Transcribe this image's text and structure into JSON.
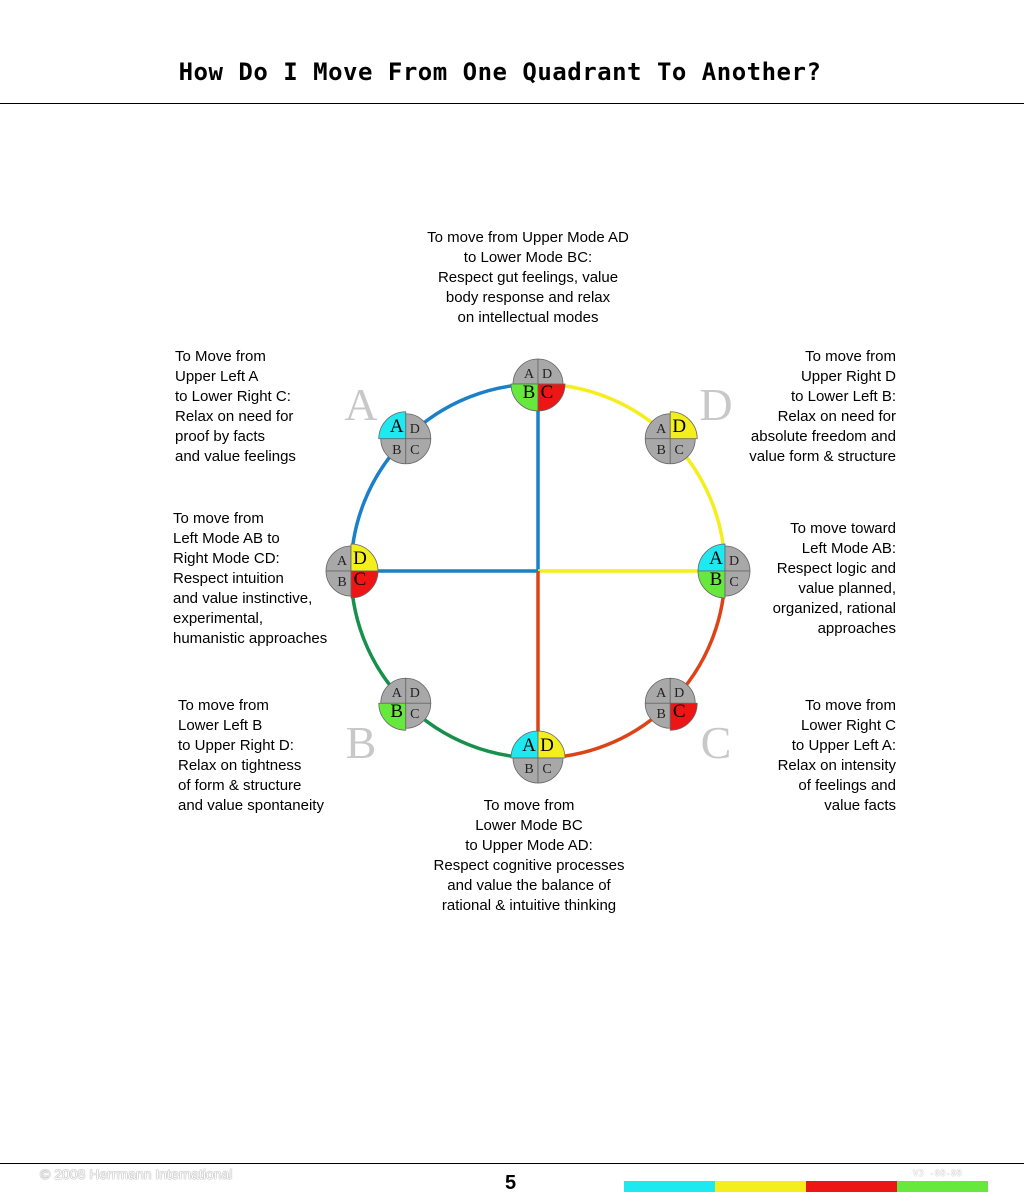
{
  "title": "How Do I Move From One Quadrant To Another?",
  "quadrant_labels": {
    "a": "A",
    "b": "B",
    "c": "C",
    "d": "D"
  },
  "notes": {
    "top": "To move from Upper Mode AD\nto Lower Mode BC:\nRespect gut feelings, value\nbody response and relax\non intellectual modes",
    "upper_left": "To Move from\nUpper Left A\nto Lower Right C:\nRelax on need for\nproof by facts\nand value feelings",
    "upper_right": "To move from\nUpper Right D\nto Lower Left B:\nRelax on need for\nabsolute freedom and\nvalue form & structure",
    "left": "To move from\nLeft Mode AB to\nRight Mode CD:\nRespect intuition\nand value instinctive,\nexperimental,\nhumanistic approaches",
    "right": "To move toward\nLeft Mode AB:\nRespect logic and\nvalue planned,\norganized, rational\napproaches",
    "lower_left": "To move from\nLower Left B\nto Upper Right D:\nRelax on tightness\nof form & structure\nand value spontaneity",
    "lower_right": "To move from\nLower Right C\nto Upper Left A:\nRelax on intensity\nof feelings and\nvalue  facts",
    "bottom": "To move from\nLower Mode BC\nto Upper Mode AD:\nRespect cognitive processes\nand value the balance of\nrational & intuitive thinking"
  },
  "nodes": [
    {
      "name": "node-top",
      "highlight": [
        "B",
        "C"
      ]
    },
    {
      "name": "node-upper-right",
      "highlight": [
        "D"
      ]
    },
    {
      "name": "node-right",
      "highlight": [
        "A",
        "B"
      ]
    },
    {
      "name": "node-lower-right",
      "highlight": [
        "C"
      ]
    },
    {
      "name": "node-bottom",
      "highlight": [
        "A",
        "D"
      ]
    },
    {
      "name": "node-lower-left",
      "highlight": [
        "B"
      ]
    },
    {
      "name": "node-left",
      "highlight": [
        "D",
        "C"
      ]
    },
    {
      "name": "node-upper-left",
      "highlight": [
        "A"
      ]
    }
  ],
  "colors": {
    "A": "#1ee8f0",
    "B": "#66e83c",
    "C": "#ee1515",
    "D": "#f4ee1c",
    "gray": "#a8a8a8",
    "arc_a": "#1a80c8",
    "arc_d": "#f4ee1c",
    "arc_c": "#dc4418",
    "arc_b": "#16904a",
    "letter_faint": "#c8c8c8"
  },
  "footer": {
    "copyright": "© 2008 Herrmann International",
    "page_number": "5",
    "version": "V3 -08-08",
    "color_bar": [
      "#1ee8f0",
      "#f4ee1c",
      "#ee1515",
      "#66e83c"
    ]
  }
}
